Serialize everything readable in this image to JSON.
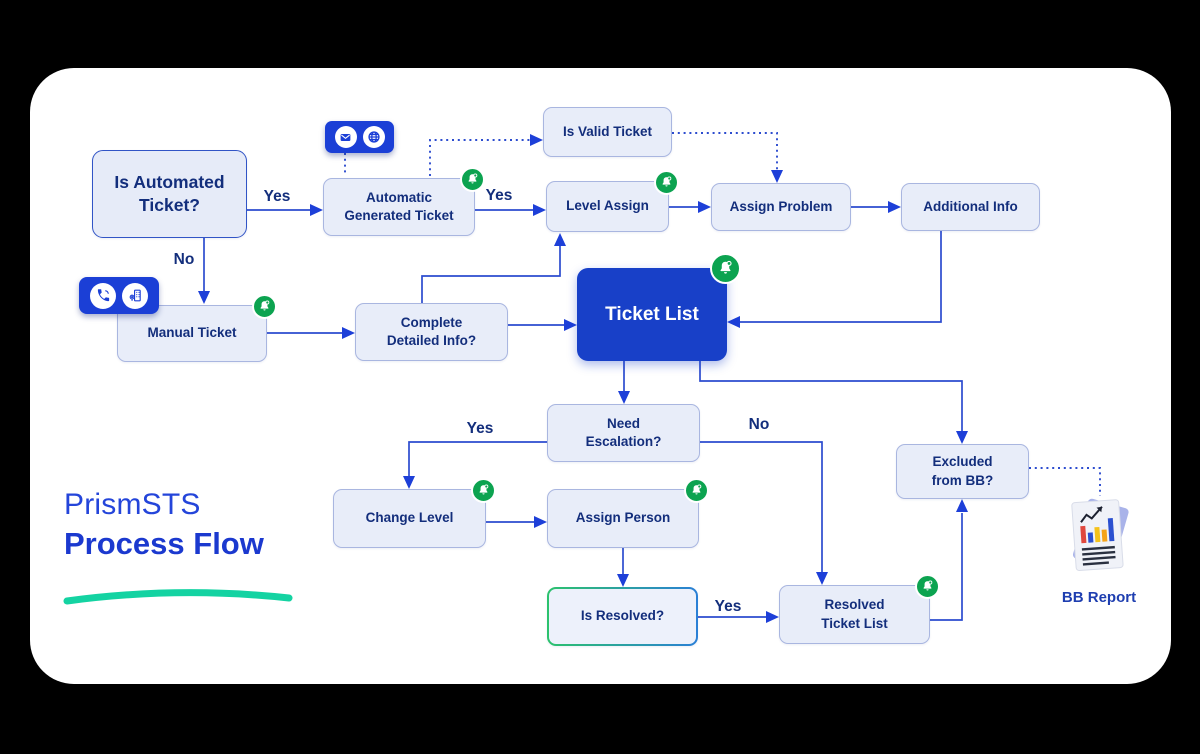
{
  "title": {
    "line1": "PrismSTS",
    "line2": "Process Flow"
  },
  "nodes": {
    "is_automated": {
      "label": "Is Automated\nTicket?"
    },
    "auto_generated": {
      "label": "Automatic\nGenerated Ticket"
    },
    "is_valid": {
      "label": "Is Valid Ticket"
    },
    "level_assign": {
      "label": "Level Assign"
    },
    "assign_problem": {
      "label": "Assign Problem"
    },
    "additional_info": {
      "label": "Additional Info"
    },
    "manual_ticket": {
      "label": "Manual Ticket"
    },
    "complete_info": {
      "label": "Complete\nDetailed Info?"
    },
    "ticket_list": {
      "label": "Ticket List"
    },
    "need_escalation": {
      "label": "Need\nEscalation?"
    },
    "change_level": {
      "label": "Change Level"
    },
    "assign_person": {
      "label": "Assign Person"
    },
    "is_resolved": {
      "label": "Is Resolved?"
    },
    "resolved_list": {
      "label": "Resolved\nTicket List"
    },
    "excluded_bb": {
      "label": "Excluded\nfrom BB?"
    }
  },
  "edge_labels": {
    "automated_yes": "Yes",
    "automated_no": "No",
    "generated_yes": "Yes",
    "escalation_yes": "Yes",
    "escalation_no": "No",
    "resolved_yes": "Yes"
  },
  "bb_report": {
    "label": "BB Report"
  },
  "icons": {
    "auto_channel_chip": [
      "email-icon",
      "globe-icon"
    ],
    "manual_channel_chip": [
      "phone-icon",
      "building-icon"
    ],
    "notification": "bell-icon"
  },
  "colors": {
    "background": "#000000",
    "card": "#ffffff",
    "primary_blue": "#1840c8",
    "chip_blue": "#1b3fd6",
    "line_blue": "#2c4ccf",
    "bell_green": "#0ca350",
    "node_fill": "#e8edf9",
    "node_border": "#a9b6e0",
    "text_navy": "#132e7c",
    "resolved_gradient_start": "#2cc26d",
    "resolved_gradient_end": "#2a7fd6",
    "teal_accent": "#14d3a2"
  }
}
